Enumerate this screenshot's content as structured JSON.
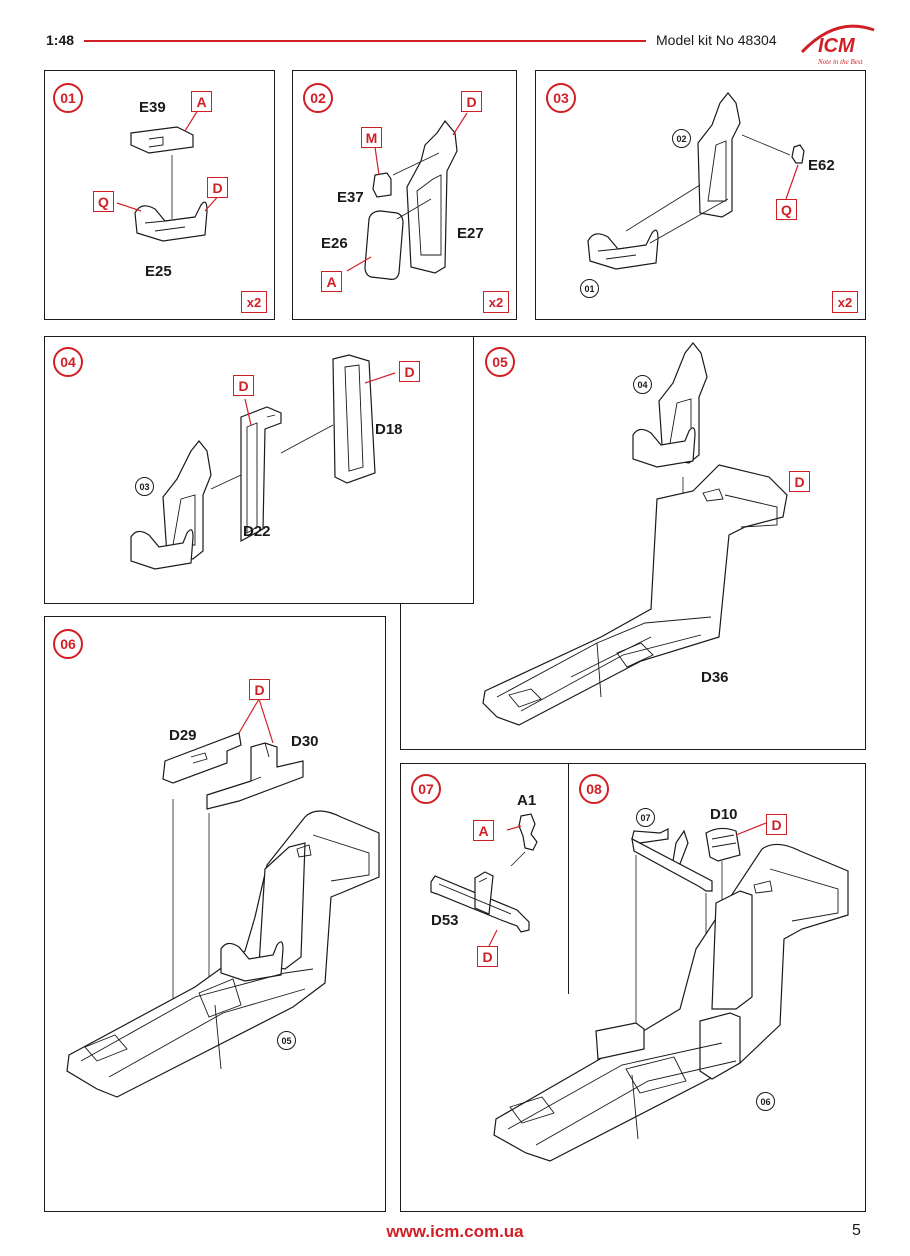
{
  "header": {
    "scale": "1:48",
    "kit_number": "Model kit No 48304",
    "brand": "ICM",
    "slogan": "Note in the Best"
  },
  "footer": {
    "website": "www.icm.com.ua",
    "page_number": "5"
  },
  "colors": {
    "accent": "#d11f26",
    "ink": "#1a1a1a"
  },
  "steps": {
    "s01": {
      "number": "01",
      "parts": [
        "E39",
        "E25"
      ],
      "tags": [
        "A",
        "Q",
        "D"
      ],
      "multiplier": "x2"
    },
    "s02": {
      "number": "02",
      "parts": [
        "E37",
        "E26",
        "E27"
      ],
      "tags": [
        "M",
        "D",
        "A"
      ],
      "multiplier": "x2"
    },
    "s03": {
      "number": "03",
      "parts": [
        "E62"
      ],
      "tags": [
        "Q"
      ],
      "refs": [
        "02",
        "01"
      ],
      "multiplier": "x2"
    },
    "s04": {
      "number": "04",
      "parts": [
        "D22",
        "D18"
      ],
      "tags": [
        "D",
        "D"
      ],
      "refs": [
        "03"
      ]
    },
    "s05": {
      "number": "05",
      "parts": [
        "D36"
      ],
      "tags": [
        "D"
      ],
      "refs": [
        "04"
      ]
    },
    "s06": {
      "number": "06",
      "parts": [
        "D29",
        "D30"
      ],
      "tags": [
        "D"
      ],
      "refs": [
        "05"
      ]
    },
    "s07": {
      "number": "07",
      "parts": [
        "A1",
        "D53"
      ],
      "tags": [
        "A",
        "D"
      ]
    },
    "s08": {
      "number": "08",
      "parts": [
        "D10"
      ],
      "tags": [
        "D"
      ],
      "refs": [
        "07",
        "06"
      ]
    }
  }
}
